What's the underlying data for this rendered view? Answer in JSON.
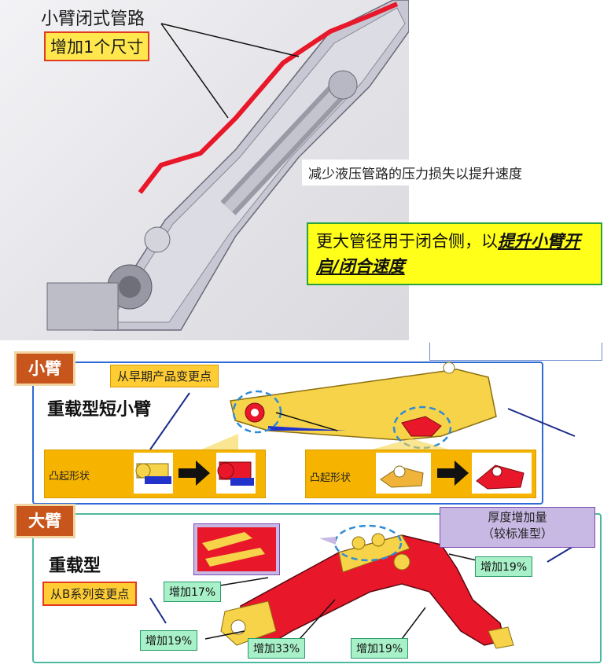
{
  "top": {
    "callout_title": "小臂闭式管路",
    "callout_badge": "增加1个尺寸",
    "note_pressure": "减少液压管路的压力损失以提升速度",
    "note_pipe_prefix": "更大管径用于闭合侧，以",
    "note_pipe_emph": "提升小臂开启/闭合速度"
  },
  "small_arm": {
    "tag": "小臂",
    "change_note": "从早期产品变更点",
    "heading": "重载型短小臂",
    "shape_left": "凸起形状",
    "shape_right": "凸起形状"
  },
  "big_arm": {
    "tag": "大臂",
    "heading": "重载型",
    "change_note": "从B系列变更点",
    "thickness_line1": "厚度增加量",
    "thickness_line2": "（较标准型）",
    "pct_17": "增加17%",
    "pct_19_left": "增加19%",
    "pct_33": "增加33%",
    "pct_19_bottom": "增加19%",
    "pct_19_right": "增加19%"
  },
  "colors": {
    "arm_yellow": "#f7d34a",
    "arm_red": "#e8182a",
    "tag_orange": "#c8561c",
    "highlight_yellow": "#ffff1a",
    "pct_green": "#a8f0c8",
    "panel_blue": "#2f6bd6",
    "panel_teal": "#4bb9a0"
  },
  "icons": [
    "arrow-right-icon"
  ]
}
